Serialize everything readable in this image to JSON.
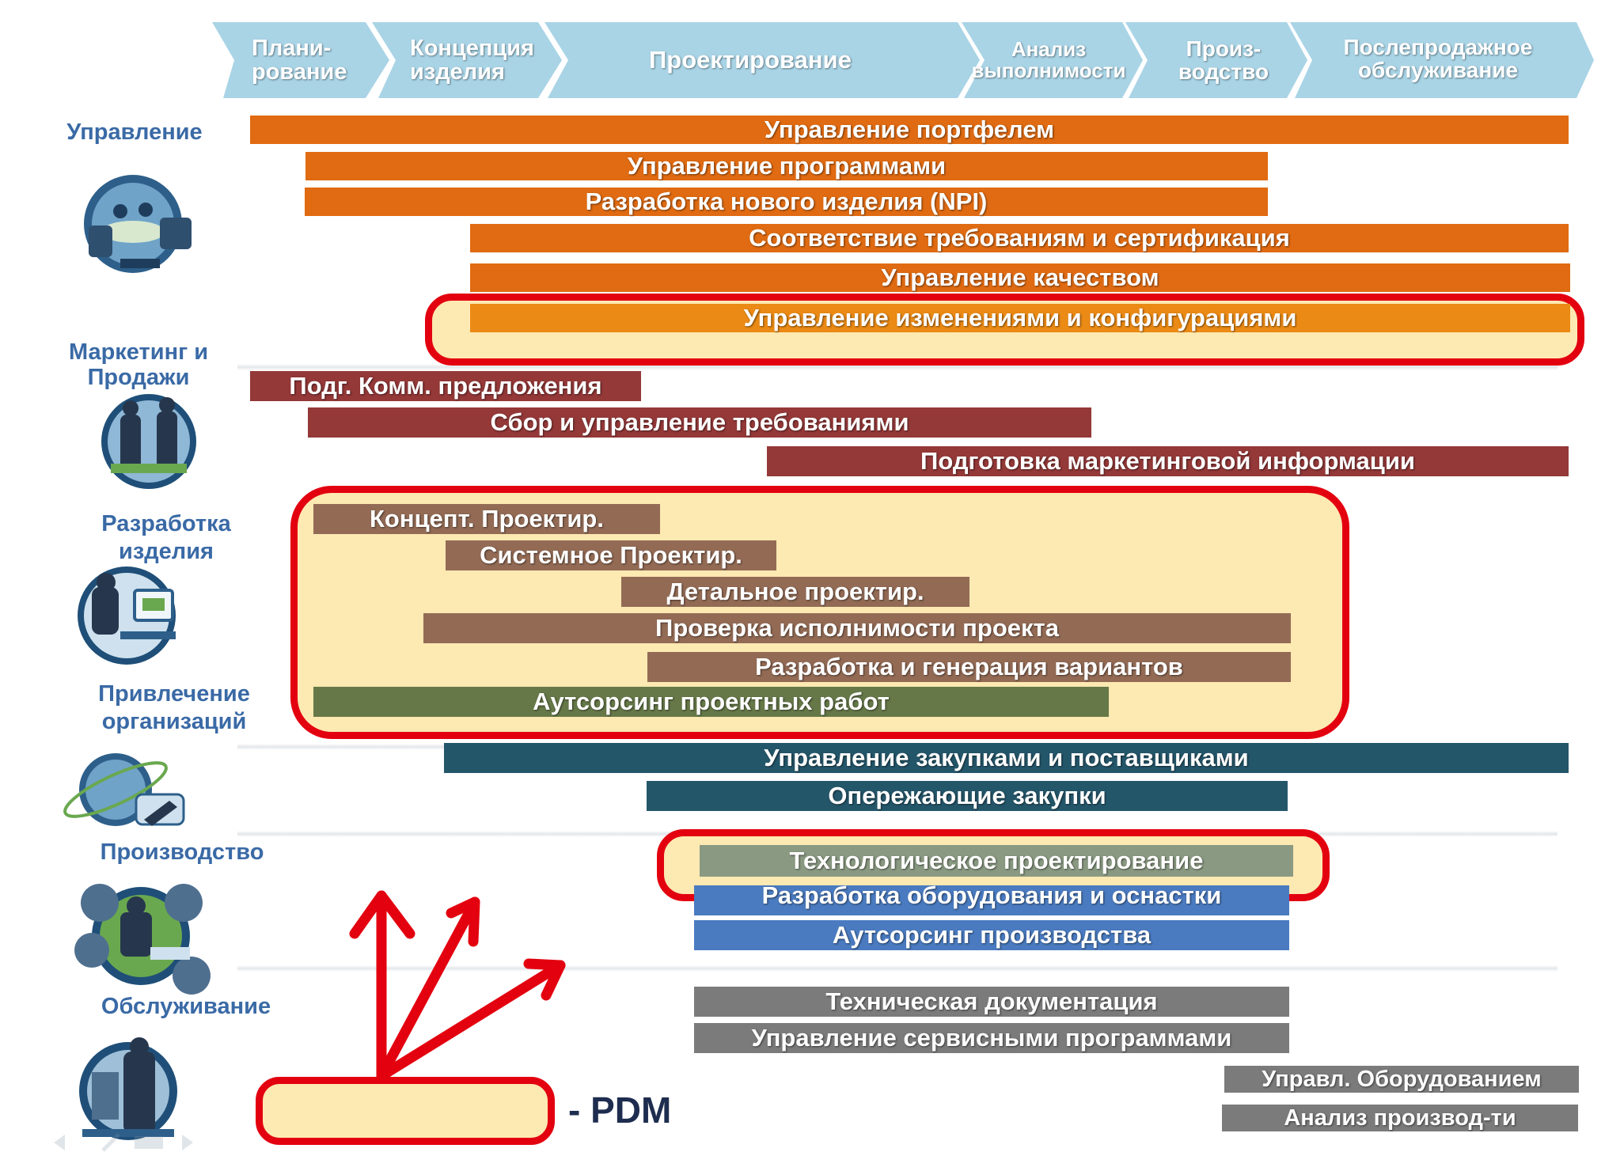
{
  "phases": [
    "Плани-\nрование",
    "Концепция\nизделия",
    "Проектирование",
    "Анализ\nвыполнимости",
    "Произ-\nводство",
    "Послепродажное\nобслуживание"
  ],
  "categories": [
    {
      "label": "Управление",
      "icon": "meeting-globe-icon"
    },
    {
      "label": "Маркетинг и\nПродажи",
      "icon": "business-handshake-icon"
    },
    {
      "label": "Разработка\nизделия",
      "icon": "designer-computer-icon"
    },
    {
      "label": "Привлечение\nорганизаций",
      "icon": "globe-partners-icon"
    },
    {
      "label": "Производство",
      "icon": "factory-globe-icon"
    },
    {
      "label": "Обслуживание",
      "icon": "service-technician-icon"
    }
  ],
  "bars": [
    {
      "label": "Управление портфелем",
      "color": "#e06b12"
    },
    {
      "label": "Управление программами",
      "color": "#e06b12"
    },
    {
      "label": "Разработка нового изделия (NPI)",
      "color": "#e06b12"
    },
    {
      "label": "Соответствие требованиям и сертификация",
      "color": "#e06b12"
    },
    {
      "label": "Управление качеством",
      "color": "#e06b12"
    },
    {
      "label": "Управление изменениями и конфигурациями",
      "color": "#eb8a14"
    },
    {
      "label": "Подг. Комм. предложения",
      "color": "#943838"
    },
    {
      "label": "Сбор и управление требованиями",
      "color": "#943838"
    },
    {
      "label": "Подготовка маркетинговой информации",
      "color": "#943838"
    },
    {
      "label": "Концепт. Проектир.",
      "color": "#936b55"
    },
    {
      "label": "Системное Проектир.",
      "color": "#936b55"
    },
    {
      "label": "Детальное проектир.",
      "color": "#936b55"
    },
    {
      "label": "Проверка исполнимости проекта",
      "color": "#936b55"
    },
    {
      "label": "Разработка и генерация вариантов",
      "color": "#936b55"
    },
    {
      "label": "Аутсорсинг проектных работ",
      "color": "#667848"
    },
    {
      "label": "Управление закупками и поставщиками",
      "color": "#24566a"
    },
    {
      "label": "Опережающие закупки",
      "color": "#24566a"
    },
    {
      "label": "Технологическое проектирование",
      "color": "#8a9a82"
    },
    {
      "label": "Разработка оборудования и оснастки",
      "color": "#4a7bc0"
    },
    {
      "label": "Аутсорсинг производства",
      "color": "#4a7bc0"
    },
    {
      "label": "Техническая документация",
      "color": "#7b7b7b"
    },
    {
      "label": "Управление сервисными программами",
      "color": "#7b7b7b"
    },
    {
      "label": "Управл. Оборудованием",
      "color": "#7b7b7b"
    },
    {
      "label": "Анализ производ-ти",
      "color": "#7b7b7b"
    }
  ],
  "legend": {
    "label": "- PDM",
    "highlight_color": "#e3000f",
    "fill_color": "#fde9b2"
  },
  "header_color": "#a9d4e6"
}
